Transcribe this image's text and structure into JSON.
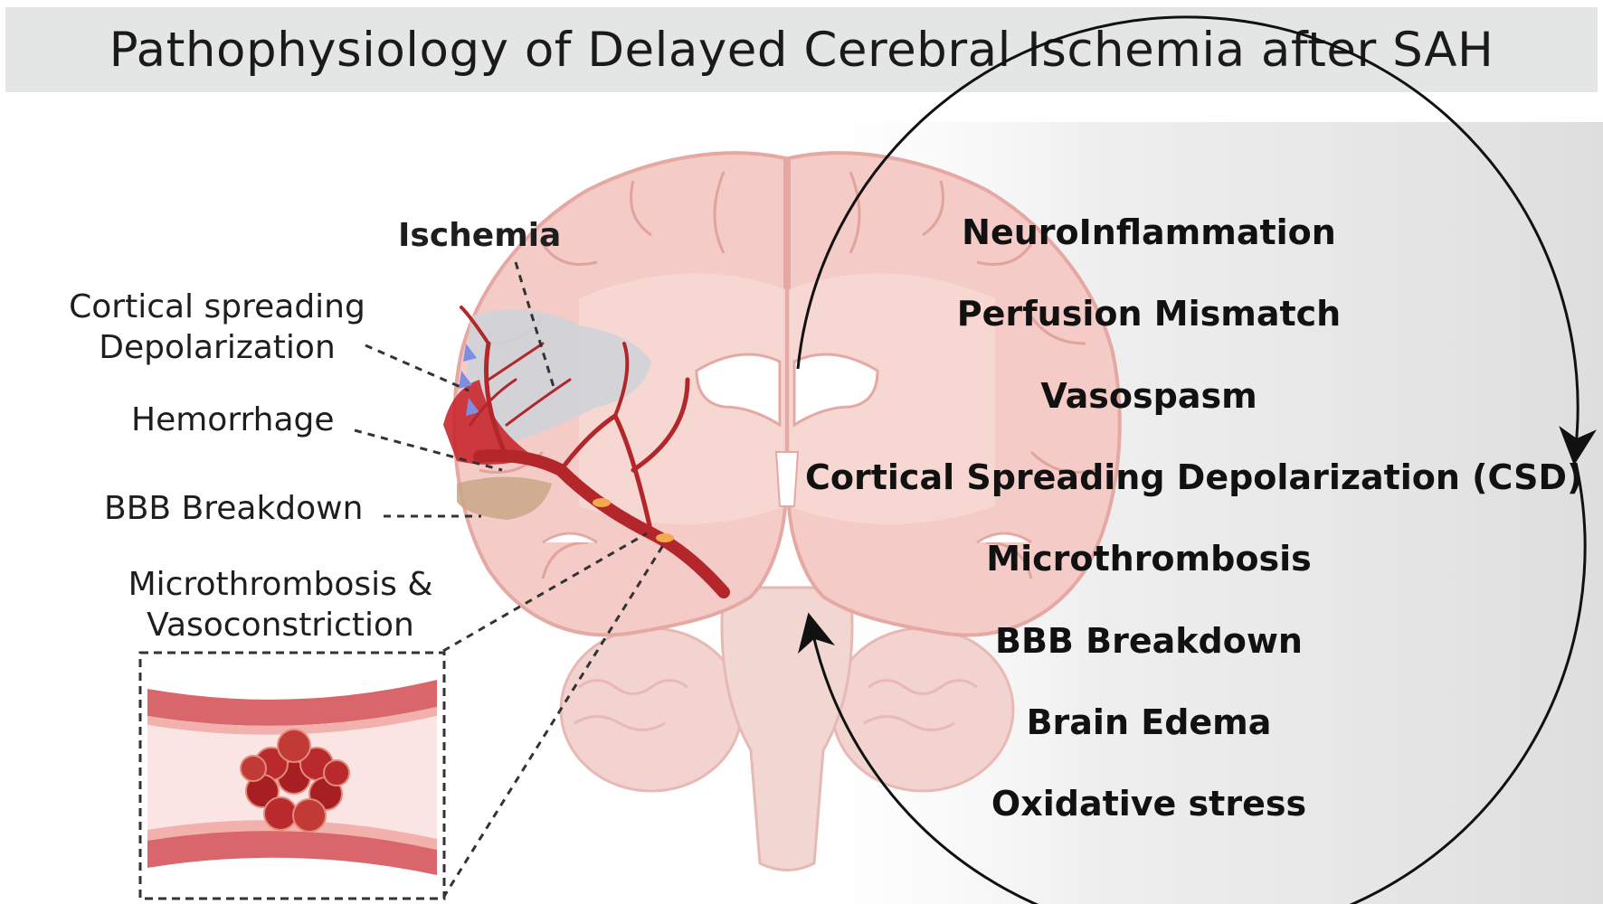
{
  "title": "Pathophysiology of Delayed Cerebral Ischemia after SAH",
  "labels": {
    "ischemia": "Ischemia",
    "csd_line1": "Cortical spreading",
    "csd_line2": "Depolarization",
    "hemorrhage": "Hemorrhage",
    "bbb": "BBB Breakdown",
    "micro_line1": "Microthrombosis &",
    "micro_line2": "Vasoconstriction"
  },
  "cycle": [
    "NeuroInflammation",
    "Perfusion Mismatch",
    "Vasospasm",
    "Cortical Spreading Depolarization (CSD)",
    "Microthrombosis",
    "BBB Breakdown",
    "Brain Edema",
    "Oxidative stress"
  ],
  "colors": {
    "brain": "#f3c5c0",
    "brain_outline": "#e4a9a3",
    "ventricle": "#ffffff",
    "vessel": "#b3262a",
    "ischemia_zone": "#cfd3d8",
    "bbb_zone": "#c9a786",
    "vessel_wall": "#d8666a",
    "vessel_lumen": "#fbe4e4"
  }
}
